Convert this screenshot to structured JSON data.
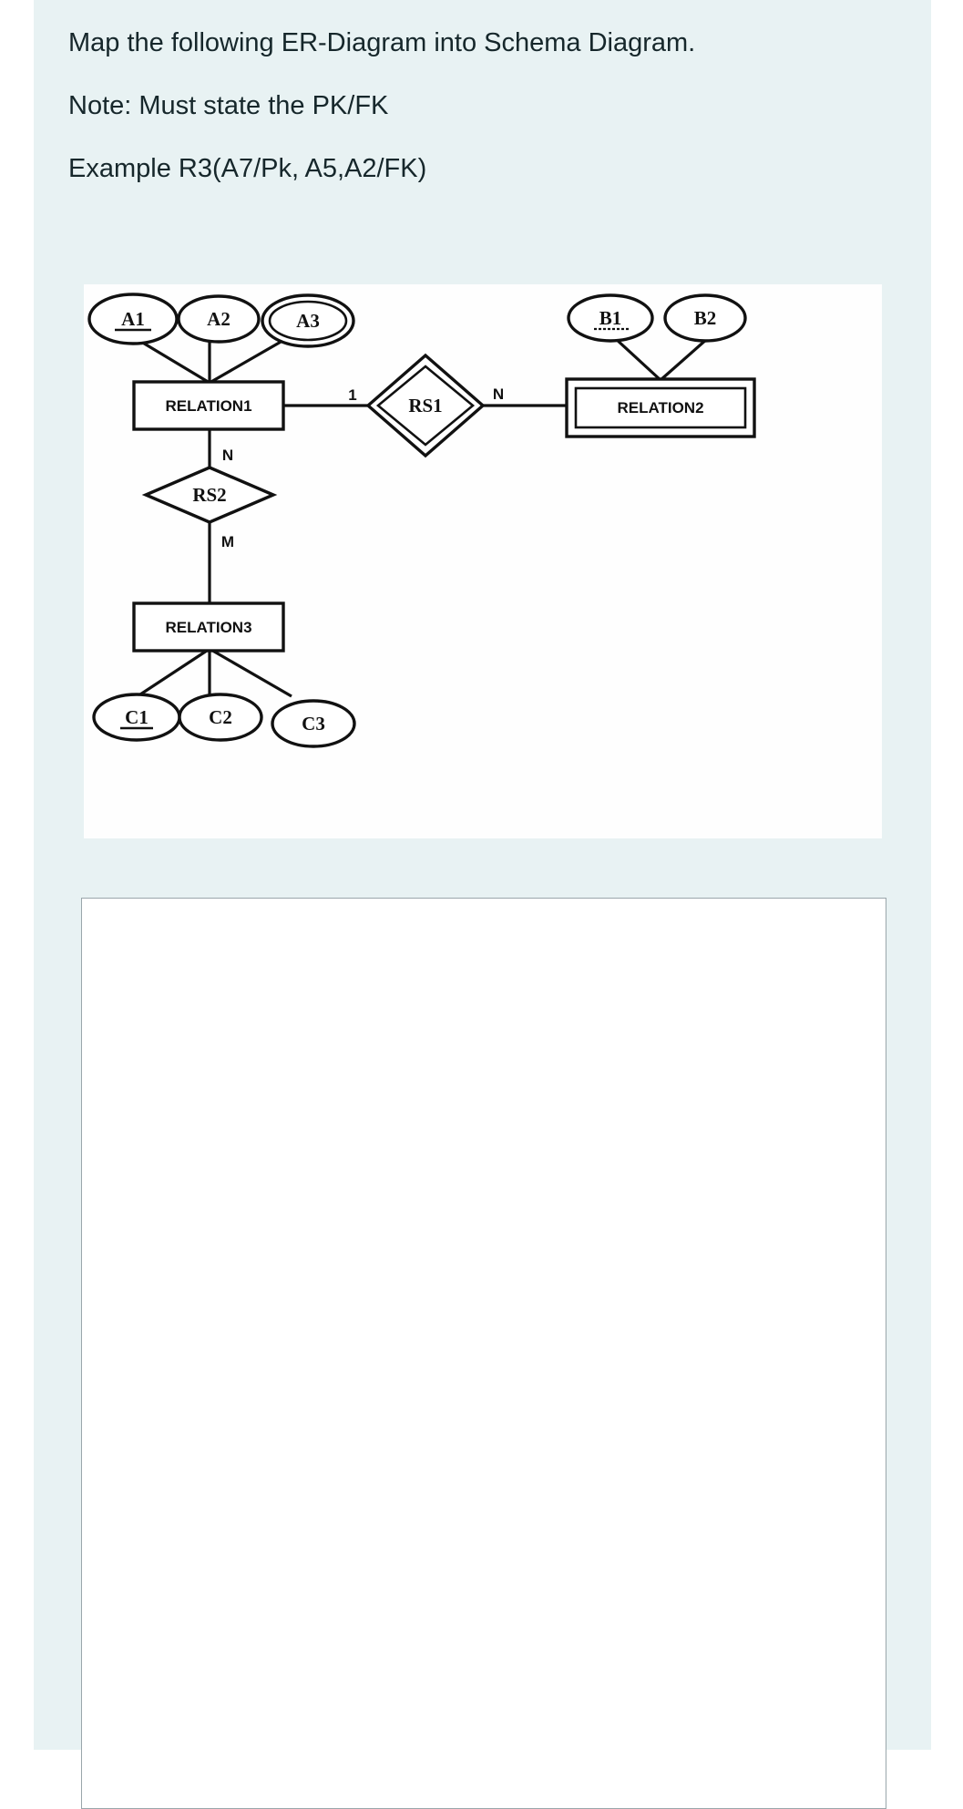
{
  "page": {
    "background_color": "#e8f2f3",
    "card_background": "#fefefe"
  },
  "question": {
    "line1": "Map the following ER-Diagram into Schema Diagram.",
    "line2": "Note: Must state the PK/FK",
    "line3": "Example R3(A7/Pk, A5,A2/FK)"
  },
  "diagram": {
    "type": "er-diagram",
    "entities": [
      {
        "id": "RELATION1",
        "label": "RELATION1",
        "shape": "rectangle",
        "weak": false
      },
      {
        "id": "RELATION2",
        "label": "RELATION2",
        "shape": "double-rectangle",
        "weak": true
      },
      {
        "id": "RELATION3",
        "label": "RELATION3",
        "shape": "rectangle",
        "weak": false
      }
    ],
    "relationships": [
      {
        "id": "RS1",
        "label": "RS1",
        "shape": "double-diamond",
        "identifying": true
      },
      {
        "id": "RS2",
        "label": "RS2",
        "shape": "diamond",
        "identifying": false
      }
    ],
    "attributes": [
      {
        "label": "A1",
        "owner": "RELATION1",
        "shape": "ellipse",
        "key": true,
        "multivalued": false
      },
      {
        "label": "A2",
        "owner": "RELATION1",
        "shape": "ellipse",
        "key": false,
        "multivalued": false
      },
      {
        "label": "A3",
        "owner": "RELATION1",
        "shape": "double-ellipse",
        "key": false,
        "multivalued": true
      },
      {
        "label": "B1",
        "owner": "RELATION2",
        "shape": "ellipse",
        "key": true,
        "partial_key": true,
        "multivalued": false
      },
      {
        "label": "B2",
        "owner": "RELATION2",
        "shape": "ellipse",
        "key": false,
        "multivalued": false
      },
      {
        "label": "C1",
        "owner": "RELATION3",
        "shape": "ellipse",
        "key": true,
        "multivalued": false
      },
      {
        "label": "C2",
        "owner": "RELATION3",
        "shape": "ellipse",
        "key": false,
        "multivalued": false
      },
      {
        "label": "C3",
        "owner": "RELATION3",
        "shape": "ellipse",
        "key": false,
        "multivalued": false
      }
    ],
    "edges": [
      {
        "from": "RELATION1",
        "to": "RS1",
        "cardinality": "1"
      },
      {
        "from": "RS1",
        "to": "RELATION2",
        "cardinality": "N"
      },
      {
        "from": "RELATION1",
        "to": "RS2",
        "cardinality": "N"
      },
      {
        "from": "RS2",
        "to": "RELATION3",
        "cardinality": "M"
      }
    ],
    "cardinality_labels": {
      "rs1_left": "1",
      "rs1_right": "N",
      "rs2_top": "N",
      "rs2_bottom": "M"
    }
  },
  "answer_area": {
    "value": "",
    "placeholder": ""
  }
}
